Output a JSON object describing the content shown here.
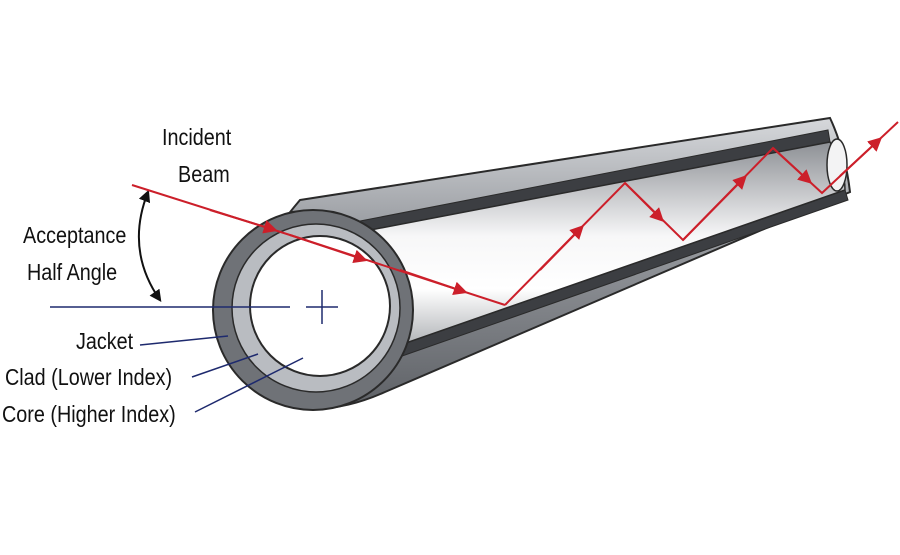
{
  "labels": {
    "incident_line1": "Incident",
    "incident_line2": "Beam",
    "acceptance_line1": "Acceptance",
    "acceptance_line2": "Half Angle",
    "jacket": "Jacket",
    "clad": "Clad (Lower Index)",
    "core": "Core (Higher Index)"
  },
  "colors": {
    "beam": "#cc1f2a",
    "leader": "#1e2a6e",
    "jacket_outer": "#6f7277",
    "clad": "#b9bcc1",
    "core_face": "#ffffff",
    "outline": "#2a2a2a"
  }
}
